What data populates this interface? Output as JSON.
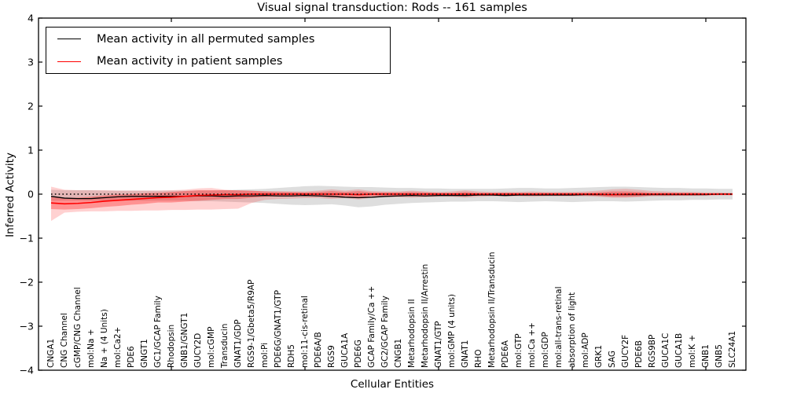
{
  "figure": {
    "title": "Visual signal transduction: Rods -- 161 samples",
    "xlabel": "Cellular Entities",
    "ylabel": "Inferred Activity"
  },
  "legend": {
    "items": [
      {
        "label": "Mean activity in all permuted samples",
        "color": "#000000"
      },
      {
        "label": "Mean activity in patient samples",
        "color": "#ff0000"
      }
    ]
  },
  "colors": {
    "permuted_line": "#000000",
    "patient_line": "#ff0000",
    "permuted_band": "rgba(0,0,0,0.13)",
    "patient_band_outer": "rgba(255,0,0,0.18)",
    "patient_band_inner": "rgba(255,0,0,0.30)",
    "axis": "#000000"
  },
  "chart_data": {
    "type": "line",
    "title": "Visual signal transduction: Rods -- 161 samples",
    "xlabel": "Cellular Entities",
    "ylabel": "Inferred Activity",
    "ylim": [
      -4,
      4
    ],
    "yticks": [
      4,
      3,
      2,
      1,
      0,
      -1,
      -2,
      -3,
      -4
    ],
    "xtick_top_indices": [
      9,
      19,
      29,
      39,
      49
    ],
    "grid": false,
    "legend_position": "upper left",
    "baseline": {
      "value": 0,
      "style": "dotted",
      "color": "#000000"
    },
    "categories": [
      "CNGA1",
      "CNG Channel",
      "cGMP/CNG Channel",
      "mol:Na +",
      "Na + (4 Units)",
      "mol:Ca2+",
      "PDE6",
      "GNGT1",
      "GC1/GCAP Family",
      "Rhodopsin",
      "GNB1/GNGT1",
      "GUCY2D",
      "mol:cGMP",
      "Transducin",
      "GNAT1/GDP",
      "RGS9-1/Gbeta5/R9AP",
      "mol:Pi",
      "PDE6G/GNAT1/GTP",
      "RDH5",
      "mol:11-cis-retinal",
      "PDE6A/B",
      "RGS9",
      "GUCA1A",
      "PDE6G",
      "GCAP Family/Ca ++",
      "GC2/GCAP Family",
      "CNGB1",
      "Metarhodopsin II",
      "Metarhodopsin II/Arrestin",
      "GNAT1/GTP",
      "mol:GMP (4 units)",
      "GNAT1",
      "RHO",
      "Metarhodopsin II/Transducin",
      "PDE6A",
      "mol:GTP",
      "mol:Ca ++",
      "mol:GDP",
      "mol:all-trans-retinal",
      "absorption of light",
      "mol:ADP",
      "GRK1",
      "SAG",
      "GUCY2F",
      "PDE6B",
      "RGS9BP",
      "GUCA1C",
      "GUCA1B",
      "mol:K +",
      "GNB1",
      "GNB5",
      "SLC24A1"
    ],
    "series": [
      {
        "name": "Mean activity in all permuted samples",
        "color": "#000000",
        "width": 1.3,
        "values": [
          -0.05,
          -0.09,
          -0.1,
          -0.1,
          -0.08,
          -0.06,
          -0.05,
          -0.05,
          -0.05,
          -0.05,
          -0.05,
          -0.04,
          -0.04,
          -0.05,
          -0.04,
          -0.04,
          -0.03,
          -0.04,
          -0.04,
          -0.03,
          -0.04,
          -0.05,
          -0.07,
          -0.08,
          -0.07,
          -0.05,
          -0.04,
          -0.03,
          -0.04,
          -0.03,
          -0.03,
          -0.03,
          -0.02,
          -0.02,
          -0.03,
          -0.02,
          -0.02,
          -0.02,
          -0.02,
          -0.02,
          -0.01,
          -0.01,
          -0.01,
          -0.01,
          -0.01,
          -0.01,
          -0.01,
          -0.01,
          -0.01,
          -0.01,
          0.0,
          0.0
        ]
      },
      {
        "name": "Mean activity in patient samples",
        "color": "#ff0000",
        "width": 1.6,
        "values": [
          -0.2,
          -0.22,
          -0.21,
          -0.19,
          -0.16,
          -0.14,
          -0.12,
          -0.1,
          -0.08,
          -0.07,
          -0.05,
          -0.03,
          -0.02,
          -0.01,
          -0.01,
          0.0,
          0.0,
          0.0,
          0.0,
          0.0,
          0.0,
          0.0,
          0.0,
          -0.01,
          0.0,
          0.0,
          0.0,
          0.0,
          0.0,
          0.0,
          0.0,
          0.0,
          0.0,
          0.0,
          0.0,
          0.0,
          0.0,
          0.0,
          0.0,
          0.0,
          0.0,
          0.0,
          -0.01,
          0.0,
          0.0,
          0.0,
          0.0,
          0.0,
          0.0,
          0.0,
          0.0,
          0.0
        ]
      }
    ],
    "bands": [
      {
        "name": "permuted-range",
        "color": "rgba(0,0,0,0.13)",
        "hi": [
          0.1,
          0.09,
          0.09,
          0.09,
          0.08,
          0.08,
          0.08,
          0.08,
          0.08,
          0.08,
          0.08,
          0.08,
          0.08,
          0.09,
          0.1,
          0.11,
          0.12,
          0.14,
          0.16,
          0.18,
          0.19,
          0.18,
          0.17,
          0.16,
          0.16,
          0.15,
          0.14,
          0.14,
          0.13,
          0.13,
          0.12,
          0.12,
          0.12,
          0.12,
          0.13,
          0.14,
          0.14,
          0.13,
          0.13,
          0.14,
          0.15,
          0.16,
          0.17,
          0.17,
          0.16,
          0.15,
          0.14,
          0.14,
          0.13,
          0.13,
          0.12,
          0.12
        ],
        "lo": [
          -0.15,
          -0.15,
          -0.15,
          -0.15,
          -0.15,
          -0.15,
          -0.15,
          -0.15,
          -0.15,
          -0.15,
          -0.15,
          -0.16,
          -0.16,
          -0.17,
          -0.18,
          -0.19,
          -0.2,
          -0.22,
          -0.24,
          -0.25,
          -0.24,
          -0.23,
          -0.26,
          -0.3,
          -0.28,
          -0.24,
          -0.22,
          -0.2,
          -0.19,
          -0.18,
          -0.17,
          -0.17,
          -0.16,
          -0.16,
          -0.17,
          -0.18,
          -0.17,
          -0.16,
          -0.17,
          -0.18,
          -0.17,
          -0.16,
          -0.16,
          -0.17,
          -0.16,
          -0.15,
          -0.14,
          -0.14,
          -0.13,
          -0.13,
          -0.12,
          -0.12
        ]
      },
      {
        "name": "patient-range-outer",
        "color": "rgba(255,0,0,0.18)",
        "hi": [
          0.17,
          0.1,
          0.09,
          0.09,
          0.09,
          0.08,
          0.08,
          0.08,
          0.08,
          0.09,
          0.1,
          0.13,
          0.14,
          0.1,
          0.08,
          0.07,
          0.07,
          0.07,
          0.06,
          0.06,
          0.08,
          0.11,
          0.08,
          0.11,
          0.07,
          0.06,
          0.06,
          0.08,
          0.06,
          0.05,
          0.06,
          0.09,
          0.06,
          0.05,
          0.05,
          0.05,
          0.06,
          0.05,
          0.05,
          0.05,
          0.06,
          0.08,
          0.11,
          0.12,
          0.1,
          0.07,
          0.06,
          0.05,
          0.05,
          0.04,
          0.04,
          0.03
        ],
        "lo": [
          -0.61,
          -0.42,
          -0.4,
          -0.39,
          -0.39,
          -0.38,
          -0.38,
          -0.37,
          -0.37,
          -0.36,
          -0.36,
          -0.35,
          -0.35,
          -0.34,
          -0.33,
          -0.2,
          -0.13,
          -0.11,
          -0.1,
          -0.09,
          -0.09,
          -0.11,
          -0.09,
          -0.12,
          -0.08,
          -0.07,
          -0.07,
          -0.08,
          -0.07,
          -0.06,
          -0.06,
          -0.08,
          -0.06,
          -0.05,
          -0.05,
          -0.05,
          -0.06,
          -0.05,
          -0.05,
          -0.05,
          -0.05,
          -0.06,
          -0.08,
          -0.08,
          -0.07,
          -0.05,
          -0.05,
          -0.04,
          -0.04,
          -0.04,
          -0.03,
          -0.03
        ]
      },
      {
        "name": "patient-range-inner",
        "color": "rgba(255,0,0,0.30)",
        "hi": [
          -0.06,
          -0.09,
          -0.08,
          -0.06,
          -0.03,
          -0.01,
          0.0,
          0.02,
          0.03,
          0.05,
          0.07,
          0.09,
          0.09,
          0.09,
          0.09,
          0.08,
          0.06,
          0.05,
          0.05,
          0.04,
          0.05,
          0.07,
          0.05,
          0.07,
          0.04,
          0.04,
          0.04,
          0.05,
          0.04,
          0.03,
          0.03,
          0.05,
          0.03,
          0.03,
          0.03,
          0.03,
          0.03,
          0.03,
          0.03,
          0.03,
          0.03,
          0.04,
          0.06,
          0.06,
          0.05,
          0.03,
          0.03,
          0.03,
          0.03,
          0.02,
          0.02,
          0.02
        ],
        "lo": [
          -0.34,
          -0.35,
          -0.34,
          -0.32,
          -0.29,
          -0.27,
          -0.24,
          -0.22,
          -0.19,
          -0.19,
          -0.17,
          -0.15,
          -0.13,
          -0.11,
          -0.11,
          -0.08,
          -0.06,
          -0.05,
          -0.05,
          -0.04,
          -0.05,
          -0.07,
          -0.05,
          -0.09,
          -0.04,
          -0.04,
          -0.04,
          -0.05,
          -0.04,
          -0.03,
          -0.03,
          -0.05,
          -0.03,
          -0.03,
          -0.03,
          -0.03,
          -0.03,
          -0.03,
          -0.03,
          -0.03,
          -0.03,
          -0.04,
          -0.06,
          -0.06,
          -0.05,
          -0.03,
          -0.03,
          -0.03,
          -0.03,
          -0.02,
          -0.02,
          -0.02
        ]
      }
    ]
  }
}
